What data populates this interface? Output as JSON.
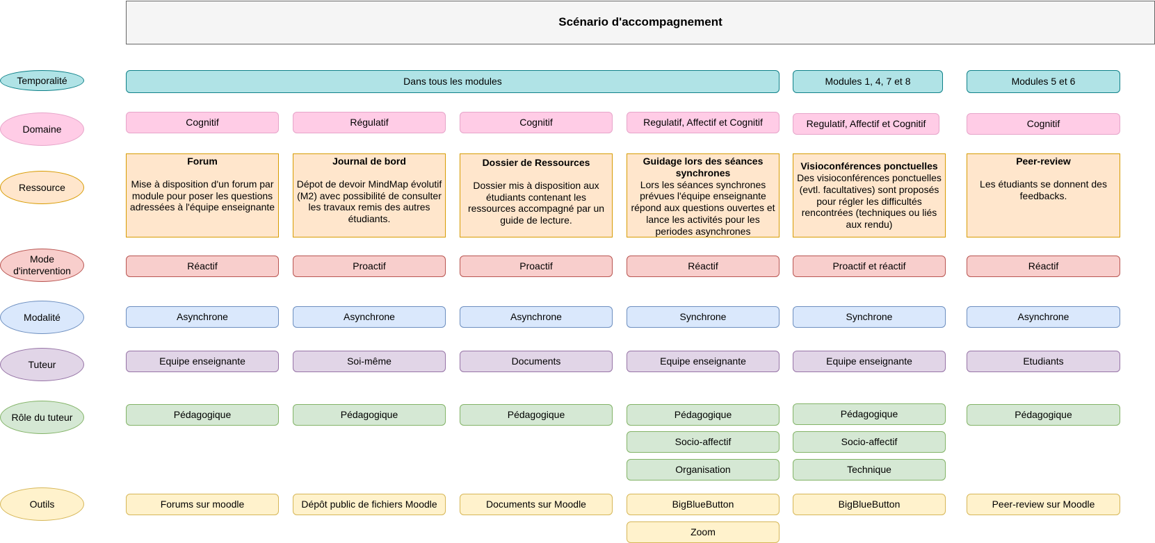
{
  "title": "Scénario d'accompagnement",
  "row_labels": {
    "temporalite": "Temporalité",
    "domaine": "Domaine",
    "ressource": "Ressource",
    "mode": "Mode d'intervention",
    "modalite": "Modalité",
    "tuteur": "Tuteur",
    "role": "Rôle du tuteur",
    "outils": "Outils"
  },
  "temporalite": [
    "Dans tous les modules",
    "Modules 1, 4, 7 et 8",
    "Modules 5 et 6"
  ],
  "domaine": [
    "Cognitif",
    "Régulatif",
    "Cognitif",
    "Regulatif, Affectif et Cognitif",
    "Regulatif, Affectif et Cognitif",
    "Cognitif"
  ],
  "ressources": [
    {
      "title": "Forum",
      "desc": "Mise à disposition d'un forum par module pour poser les questions adressées à l'équipe enseignante"
    },
    {
      "title": "Journal de bord",
      "desc": "Dépot de devoir MindMap évolutif (M2) avec possibilité de consulter les travaux remis des autres étudiants."
    },
    {
      "title": "Dossier de Ressources",
      "desc": "Dossier mis à disposition aux étudiants contenant les ressources accompagné par un guide de lecture."
    },
    {
      "title": "Guidage lors des séances synchrones",
      "desc": "Lors les séances synchrones prévues l'équipe enseignante répond aux questions ouvertes et lance les activités pour les periodes asynchrones"
    },
    {
      "title": "Visioconférences ponctuelles",
      "desc": "Des visioconférences ponctuelles (evtl. facultatives) sont proposés pour régler les difficultés rencontrées (techniques ou liés aux rendu)"
    },
    {
      "title": "Peer-review",
      "desc": "Les étudiants se donnent des feedbacks."
    }
  ],
  "mode": [
    "Réactif",
    "Proactif",
    "Proactif",
    "Réactif",
    "Proactif et réactif",
    "Réactif"
  ],
  "modalite": [
    "Asynchrone",
    "Asynchrone",
    "Asynchrone",
    "Synchrone",
    "Synchrone",
    "Asynchrone"
  ],
  "tuteur": [
    "Equipe enseignante",
    "Soi-même",
    "Documents",
    "Equipe enseignante",
    "Equipe enseignante",
    "Etudiants"
  ],
  "role": [
    [
      "Pédagogique"
    ],
    [
      "Pédagogique"
    ],
    [
      "Pédagogique"
    ],
    [
      "Pédagogique",
      "Socio-affectif",
      "Organisation"
    ],
    [
      "Pédagogique",
      "Socio-affectif",
      "Technique"
    ],
    [
      "Pédagogique"
    ]
  ],
  "outils": [
    [
      "Forums sur moodle"
    ],
    [
      "Dépôt public de fichiers Moodle"
    ],
    [
      "Documents sur Moodle"
    ],
    [
      "BigBlueButton",
      "Zoom"
    ],
    [
      "BigBlueButton"
    ],
    [
      "Peer-review sur Moodle"
    ]
  ]
}
